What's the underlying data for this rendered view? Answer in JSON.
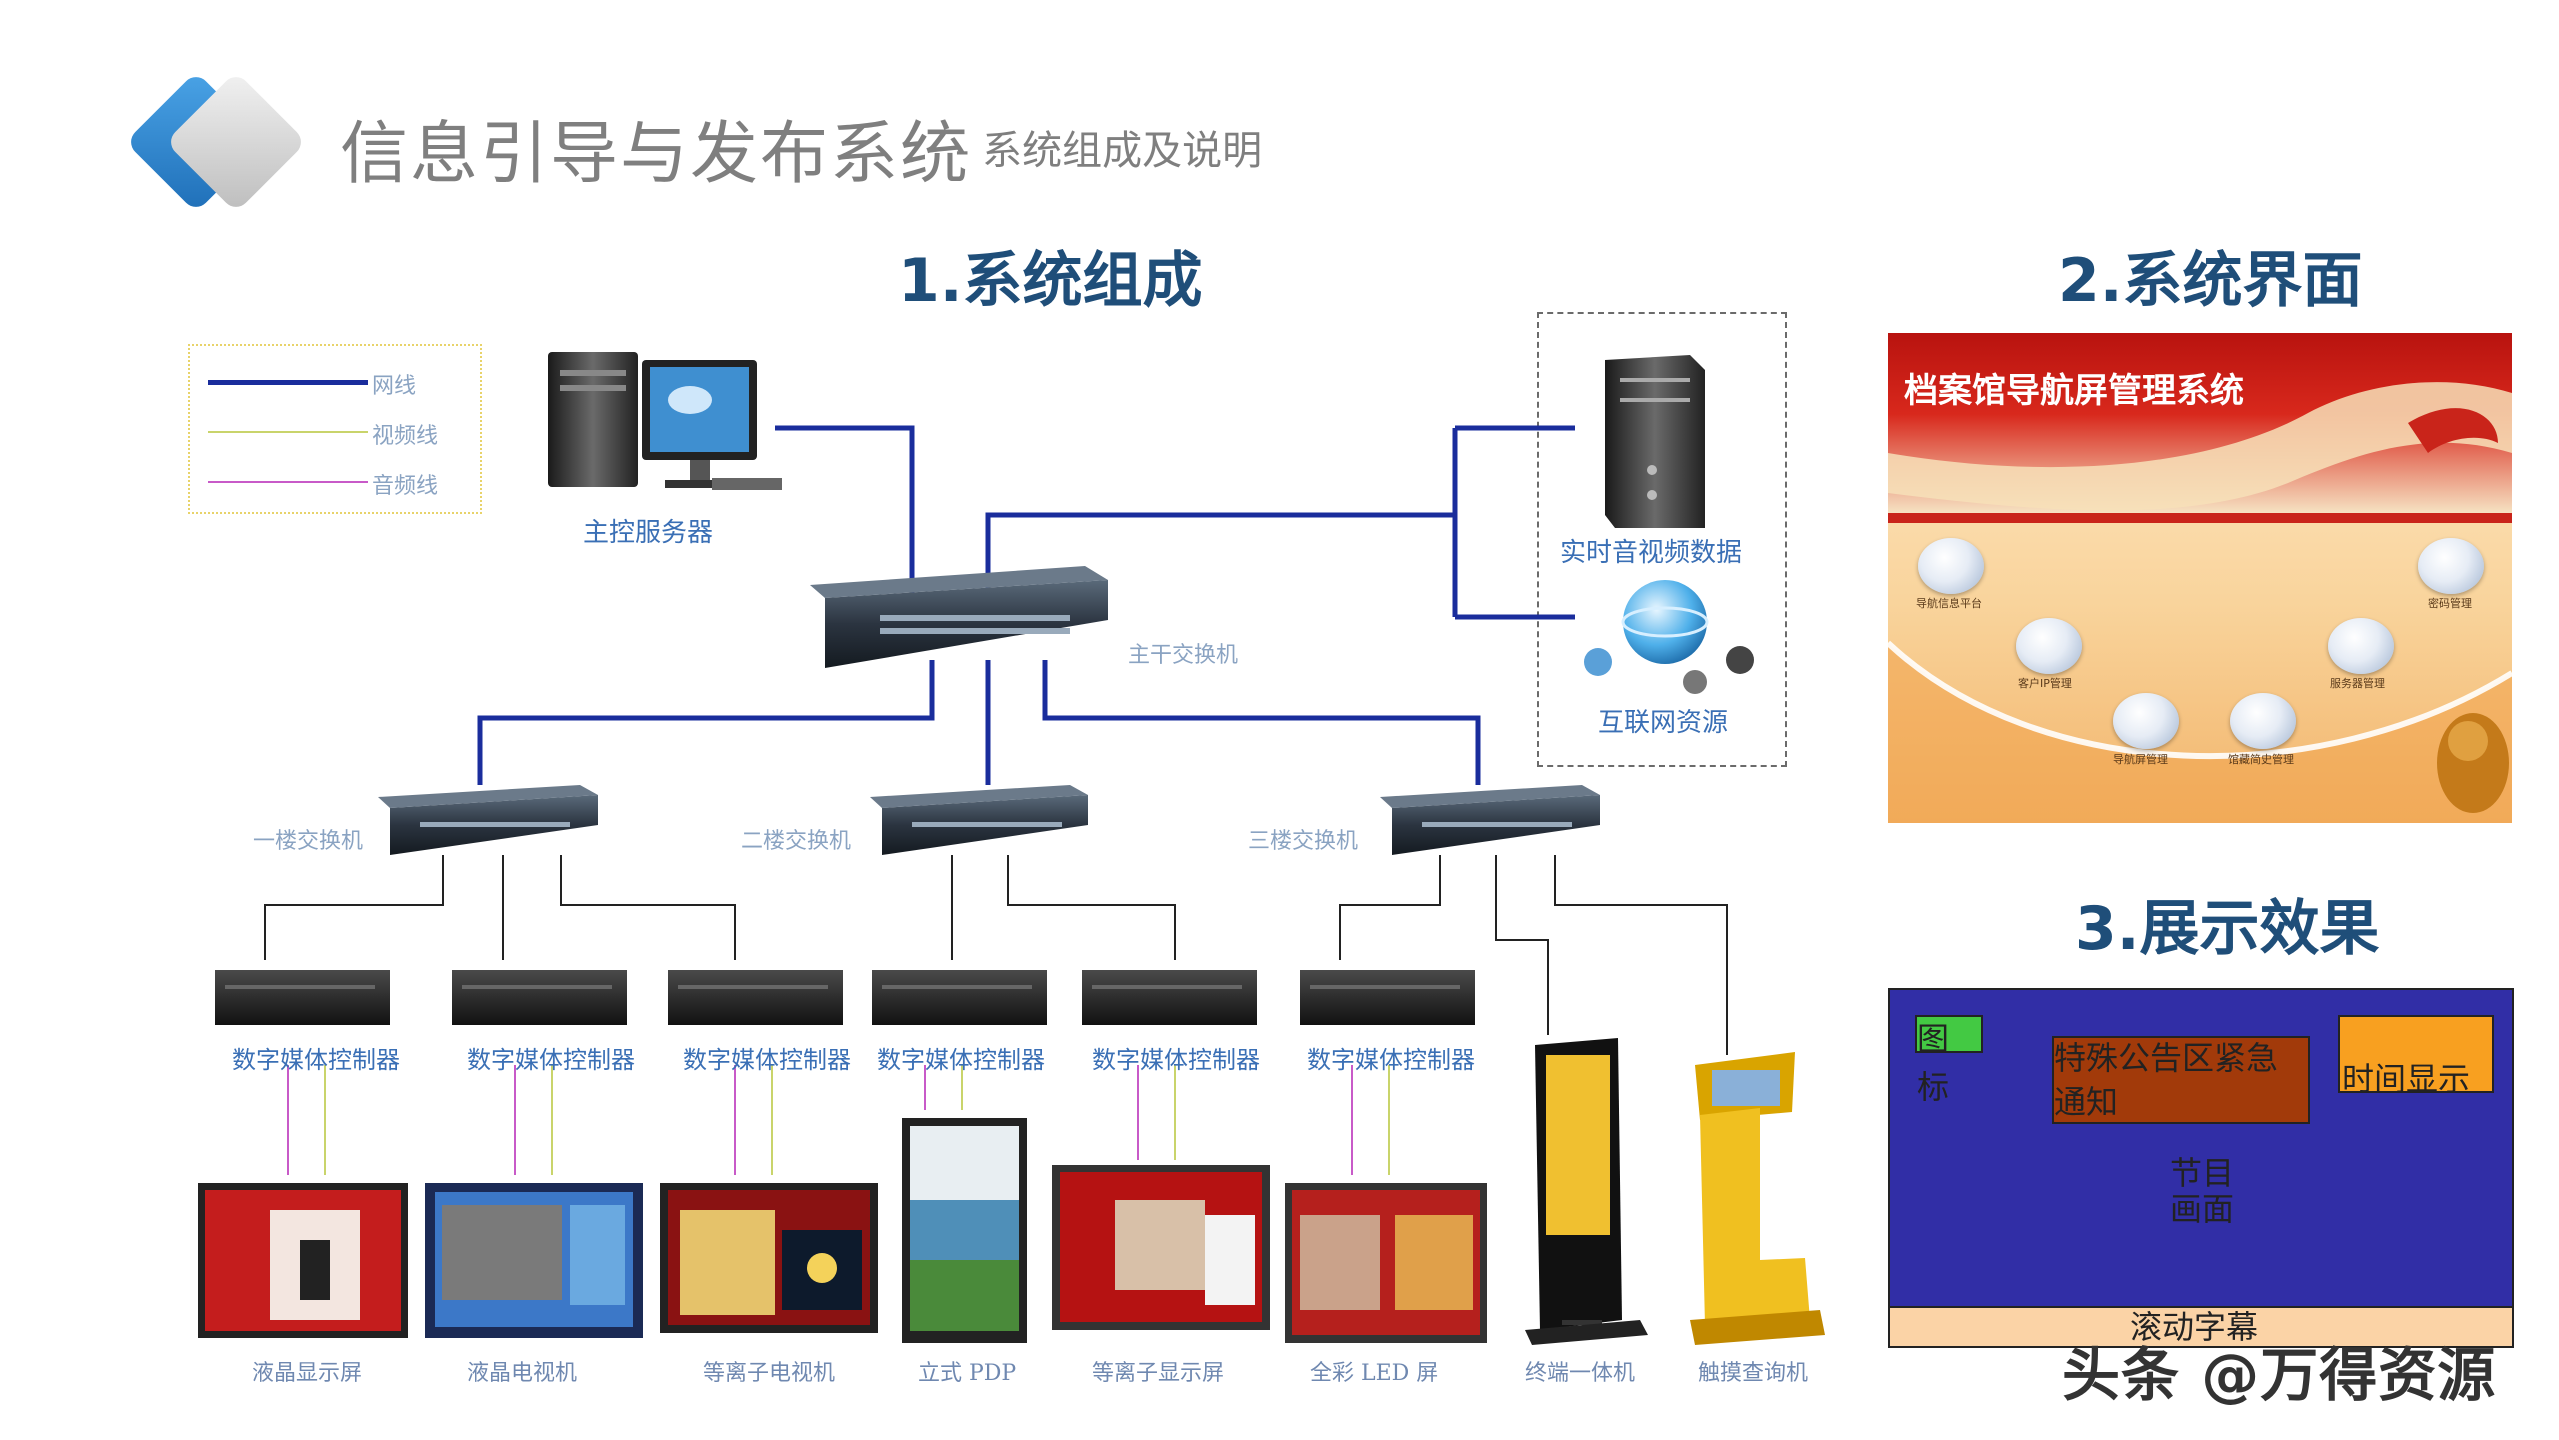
{
  "header": {
    "title": "信息引导与发布系统",
    "subtitle": "- 系统组成及说明"
  },
  "sections": {
    "composition": "1.系统组成",
    "interface": "2.系统界面",
    "effect": "3.展示效果"
  },
  "legend": {
    "items": [
      {
        "label": "网线",
        "color": "#1a2d9c"
      },
      {
        "label": "视频线",
        "color": "#c9d46b"
      },
      {
        "label": "音频线",
        "color": "#c85ac8"
      }
    ]
  },
  "diagram": {
    "main_server": "主控服务器",
    "main_switch": "主干交换机",
    "realtime_data": "实时音视频数据",
    "internet": "互联网资源",
    "floor_switches": [
      "一楼交换机",
      "二楼交换机",
      "三楼交换机"
    ],
    "controllers": [
      "数字媒体控制器",
      "数字媒体控制器",
      "数字媒体控制器",
      "数字媒体控制器",
      "数字媒体控制器",
      "数字媒体控制器"
    ],
    "displays": [
      "液晶显示屏",
      "液晶电视机",
      "等离子电视机",
      "立式 PDP",
      "等离子显示屏",
      "全彩 LED 屏",
      "终端一体机",
      "触摸查询机"
    ]
  },
  "interface_ui": {
    "title": "档案馆导航屏管理系统",
    "icons": [
      "导航信息平台",
      "密码管理",
      "客户IP管理",
      "服务器管理",
      "导航屏管理",
      "馆藏简史管理"
    ]
  },
  "effect_layout": {
    "logo": "图标",
    "notice": "特殊公告区紧急通知",
    "time": "时间显示",
    "program": "节目画面",
    "scroll": "滚动字幕"
  },
  "watermark": "头条 @万得资源",
  "colors": {
    "network_line": "#1a2d9c",
    "video_line": "#c9d46b",
    "audio_line": "#c85ac8",
    "heading": "#1f4e79",
    "display_bg": "#312ea6"
  }
}
